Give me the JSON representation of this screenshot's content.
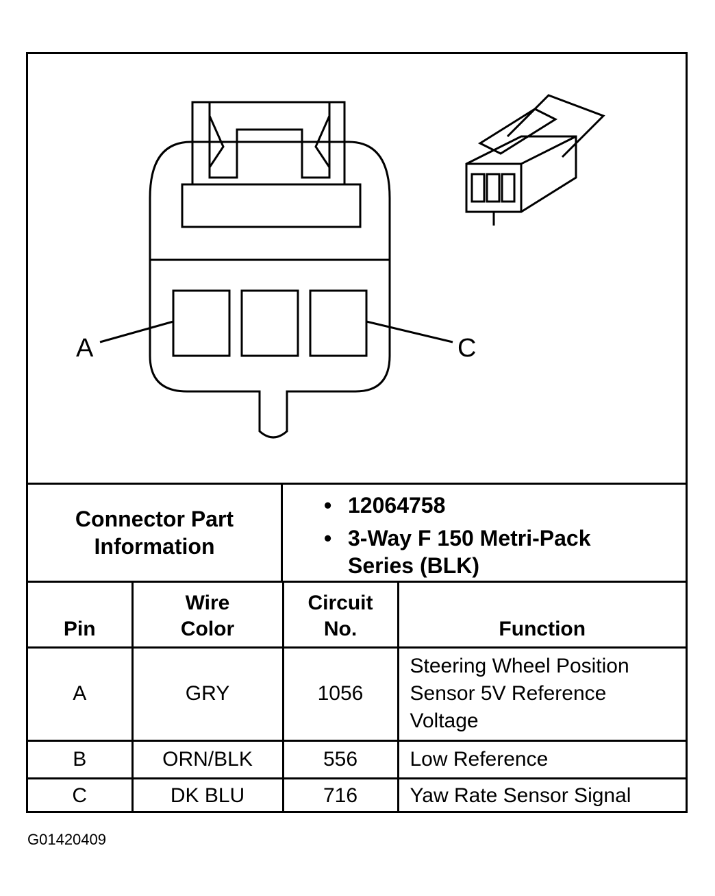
{
  "diagram": {
    "pin_labels": [
      "A",
      "C"
    ]
  },
  "connector_info": {
    "label": "Connector Part Information",
    "part_number": "12064758",
    "description_line1": "3-Way F 150 Metri-Pack",
    "description_line2": "Series (BLK)"
  },
  "table": {
    "headers": {
      "pin": "Pin",
      "wire_color_line1": "Wire",
      "wire_color_line2": "Color",
      "circuit_line1": "Circuit",
      "circuit_line2": "No.",
      "function": "Function"
    },
    "rows": [
      {
        "pin": "A",
        "wire_color": "GRY",
        "circuit": "1056",
        "function_lines": [
          "Steering Wheel Position",
          "Sensor 5V Reference",
          "Voltage"
        ]
      },
      {
        "pin": "B",
        "wire_color": "ORN/BLK",
        "circuit": "556",
        "function_lines": [
          "Low Reference"
        ]
      },
      {
        "pin": "C",
        "wire_color": "DK BLU",
        "circuit": "716",
        "function_lines": [
          "Yaw Rate Sensor Signal"
        ]
      }
    ]
  },
  "caption": "G01420409"
}
